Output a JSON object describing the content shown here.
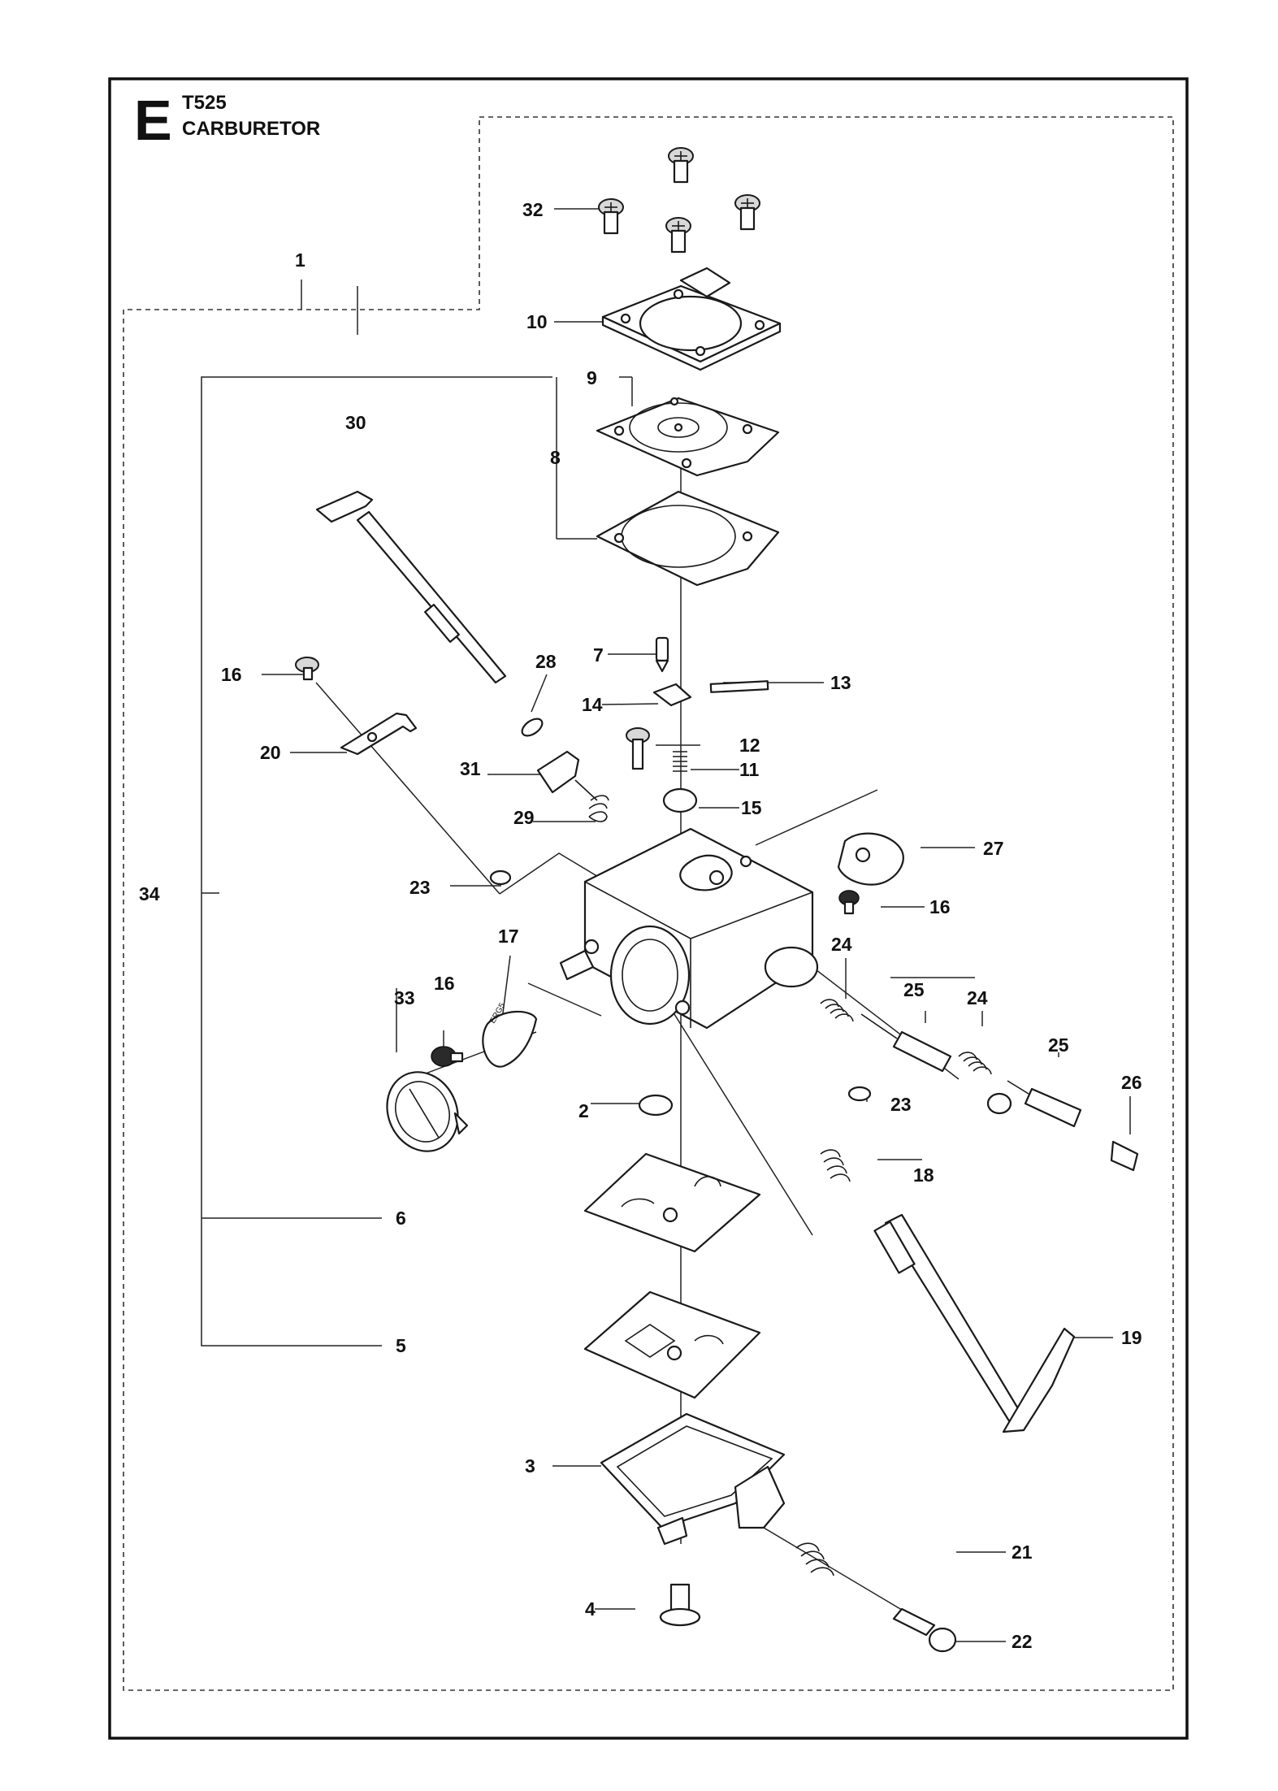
{
  "header": {
    "section_letter": "E",
    "model": "T525",
    "title": "CARBURETOR"
  },
  "parts": [
    {
      "id": "1",
      "label": "1"
    },
    {
      "id": "2",
      "label": "2"
    },
    {
      "id": "3",
      "label": "3"
    },
    {
      "id": "4",
      "label": "4"
    },
    {
      "id": "5",
      "label": "5"
    },
    {
      "id": "6",
      "label": "6"
    },
    {
      "id": "7",
      "label": "7"
    },
    {
      "id": "8",
      "label": "8"
    },
    {
      "id": "9",
      "label": "9"
    },
    {
      "id": "10",
      "label": "10"
    },
    {
      "id": "11",
      "label": "11"
    },
    {
      "id": "12",
      "label": "12"
    },
    {
      "id": "13",
      "label": "13"
    },
    {
      "id": "14",
      "label": "14"
    },
    {
      "id": "15",
      "label": "15"
    },
    {
      "id": "16a",
      "label": "16"
    },
    {
      "id": "16b",
      "label": "16"
    },
    {
      "id": "16c",
      "label": "16"
    },
    {
      "id": "17",
      "label": "17"
    },
    {
      "id": "18",
      "label": "18"
    },
    {
      "id": "19",
      "label": "19"
    },
    {
      "id": "20",
      "label": "20"
    },
    {
      "id": "21",
      "label": "21"
    },
    {
      "id": "22",
      "label": "22"
    },
    {
      "id": "23a",
      "label": "23"
    },
    {
      "id": "23b",
      "label": "23"
    },
    {
      "id": "24a",
      "label": "24"
    },
    {
      "id": "24b",
      "label": "24"
    },
    {
      "id": "25a",
      "label": "25"
    },
    {
      "id": "25b",
      "label": "25"
    },
    {
      "id": "26",
      "label": "26"
    },
    {
      "id": "27",
      "label": "27"
    },
    {
      "id": "28",
      "label": "28"
    },
    {
      "id": "29",
      "label": "29"
    },
    {
      "id": "30",
      "label": "30"
    },
    {
      "id": "31",
      "label": "31"
    },
    {
      "id": "32",
      "label": "32"
    },
    {
      "id": "33",
      "label": "33"
    },
    {
      "id": "34",
      "label": "34"
    }
  ],
  "gasket_marking": "ERG5"
}
